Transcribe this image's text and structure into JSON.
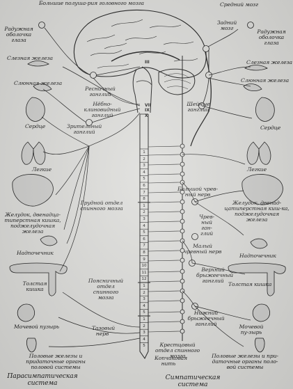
{
  "labels": {
    "cerebral_hemispheres": "Большие полуша-рия головного мозга",
    "midbrain": "Средний мозг",
    "hindbrain": "Задний мозг",
    "iris_left": "Радужная оболочка глаза",
    "iris_right": "Радужная оболочка глаза",
    "lacrimal_left": "Слезная железа",
    "lacrimal_right": "Слезная железа",
    "salivary_left": "Слюнная железа",
    "salivary_right": "Слюнная железа",
    "ciliary_ganglion": "Ресничный ганглий",
    "pterygopalatine_ganglion": "Нёбно-клиновидный ганглий",
    "cervical_ganglia": "Шейные ганглии",
    "heart_left": "Сердце",
    "heart_right": "Сердце",
    "otic_ganglion": "Зрительный ганглий",
    "lungs_left": "Легкие",
    "lungs_right": "Легкие",
    "stomach_left": "Желудок, двенадца-типерстная кишка, поджелудочная железа",
    "stomach_right": "Желудок, двенад-цатиперстная киш-ка, поджелудочная железа",
    "thoracic_spinal": "Грудной отдел спинного мозга",
    "greater_splanchnic": "Большой чрев-ный нерв",
    "celiac_ganglion": "Чрев-ный ган-глий",
    "adrenal_left": "Надпочечник",
    "adrenal_right": "Надпочечник",
    "lesser_splanchnic": "Малый чревный нерв",
    "colon_left": "Толстая кишка",
    "colon_right": "Толстая кишка",
    "lumbar_spinal": "Поясничный отдел спинного мозга",
    "superior_mesenteric": "Верхний брыжеечный ганглий",
    "inferior_mesenteric": "Нижний брыжеечный ганглий",
    "bladder_left": "Мочевой пузырь",
    "bladder_right": "Мочевой пу-зырь",
    "pelvic_nerve": "Тазовый нерв",
    "gonads_left": "Половые железы и придаточные органы половой системы",
    "gonads_right": "Половые железы и при-даточные органы поло-вой системы",
    "sacral_spinal": "Крестцовый отдел спинного мозга",
    "coccygeal": "Копчиковая нить",
    "parasympathetic": "Парасимпатическая система",
    "sympathetic": "Симпатическая система"
  },
  "cranial_nerves": [
    "III",
    "VII",
    "IX",
    "X"
  ],
  "segments": {
    "cervical": [
      "1",
      "2",
      "3",
      "4",
      "5",
      "6",
      "7",
      "8"
    ],
    "thoracic": [
      "1",
      "2",
      "3",
      "4",
      "5",
      "6",
      "7",
      "8",
      "9",
      "10",
      "11",
      "12"
    ],
    "lumbar": [
      "1",
      "2",
      "3",
      "4",
      "5"
    ],
    "sacral": [
      "1",
      "2",
      "3",
      "4",
      "5"
    ]
  },
  "colors": {
    "ink": "#161616",
    "paper": "#dcdcd9"
  }
}
